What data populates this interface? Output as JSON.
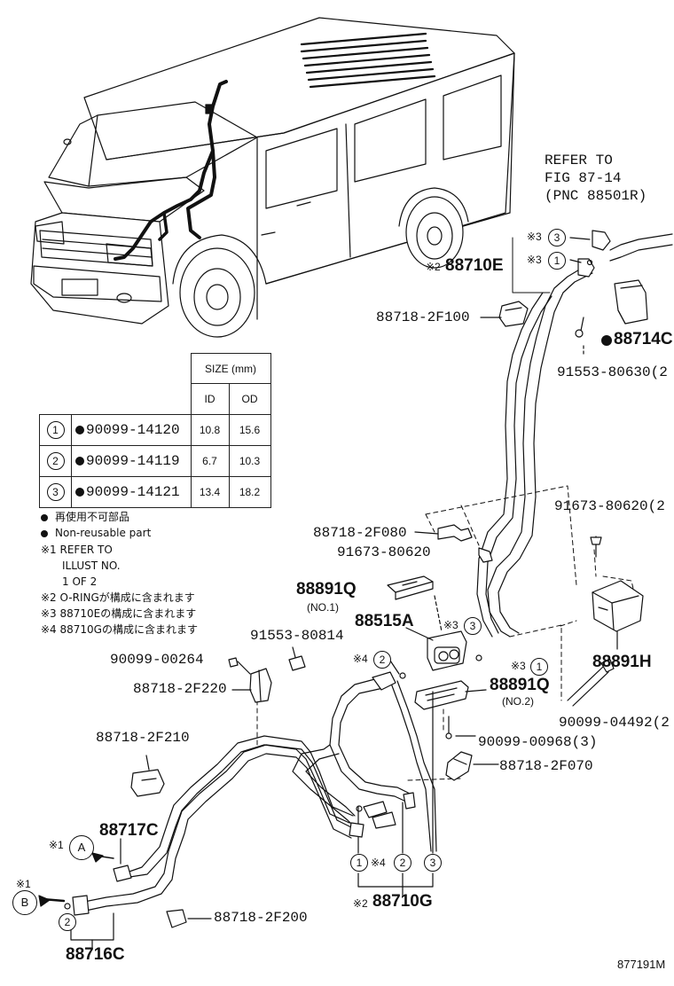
{
  "refer": {
    "line1": "REFER TO",
    "line2": "FIG 87-14",
    "line3": "(PNC 88501R)"
  },
  "callouts": {
    "c1": "88710E",
    "c2": "88718-2F100",
    "c3": "88714C",
    "c4": "91553-80630(2",
    "c5": "91673-80620(2",
    "c6": "88718-2F080",
    "c7": "91673-80620",
    "c8": "88891Q",
    "c8_sub": "(NO.1)",
    "c9": "88515A",
    "c10": "91553-80814",
    "c11": "90099-00264",
    "c12": "88718-2F220",
    "c13": "88891Q",
    "c13_sub": "(NO.2)",
    "c14": "88891H",
    "c15": "90099-04492(2",
    "c16": "90099-00968(3)",
    "c17": "88718-2F070",
    "c18": "88718-2F210",
    "c19": "88717C",
    "c20": "88710G",
    "c21": "88718-2F200",
    "c22": "88716C",
    "figure_id": "877191M"
  },
  "marks": {
    "note1": "※1",
    "note2": "※2",
    "note3": "※3",
    "note4": "※4",
    "one": "1",
    "two": "2",
    "three": "3",
    "A": "A",
    "B": "B"
  },
  "size_table": {
    "header": "SIZE (mm)",
    "col_id": "ID",
    "col_od": "OD",
    "rows": [
      {
        "num": "1",
        "part": "90099-14120",
        "id": "10.8",
        "od": "15.6"
      },
      {
        "num": "2",
        "part": "90099-14119",
        "id": "6.7",
        "od": "10.3"
      },
      {
        "num": "3",
        "part": "90099-14121",
        "id": "13.4",
        "od": "18.2"
      }
    ]
  },
  "notes": {
    "nonreuse_jp": "再使用不可部品",
    "nonreuse_en": "Non-reusable part",
    "n1_a": "※1 REFER TO",
    "n1_b": "ILLUST NO.",
    "n1_c": "1 OF 2",
    "n2": "※2 O-RINGが構成に含まれます",
    "n3": "※3 88710Eの構成に含まれます",
    "n4": "※4 88710Gの構成に含まれます"
  }
}
